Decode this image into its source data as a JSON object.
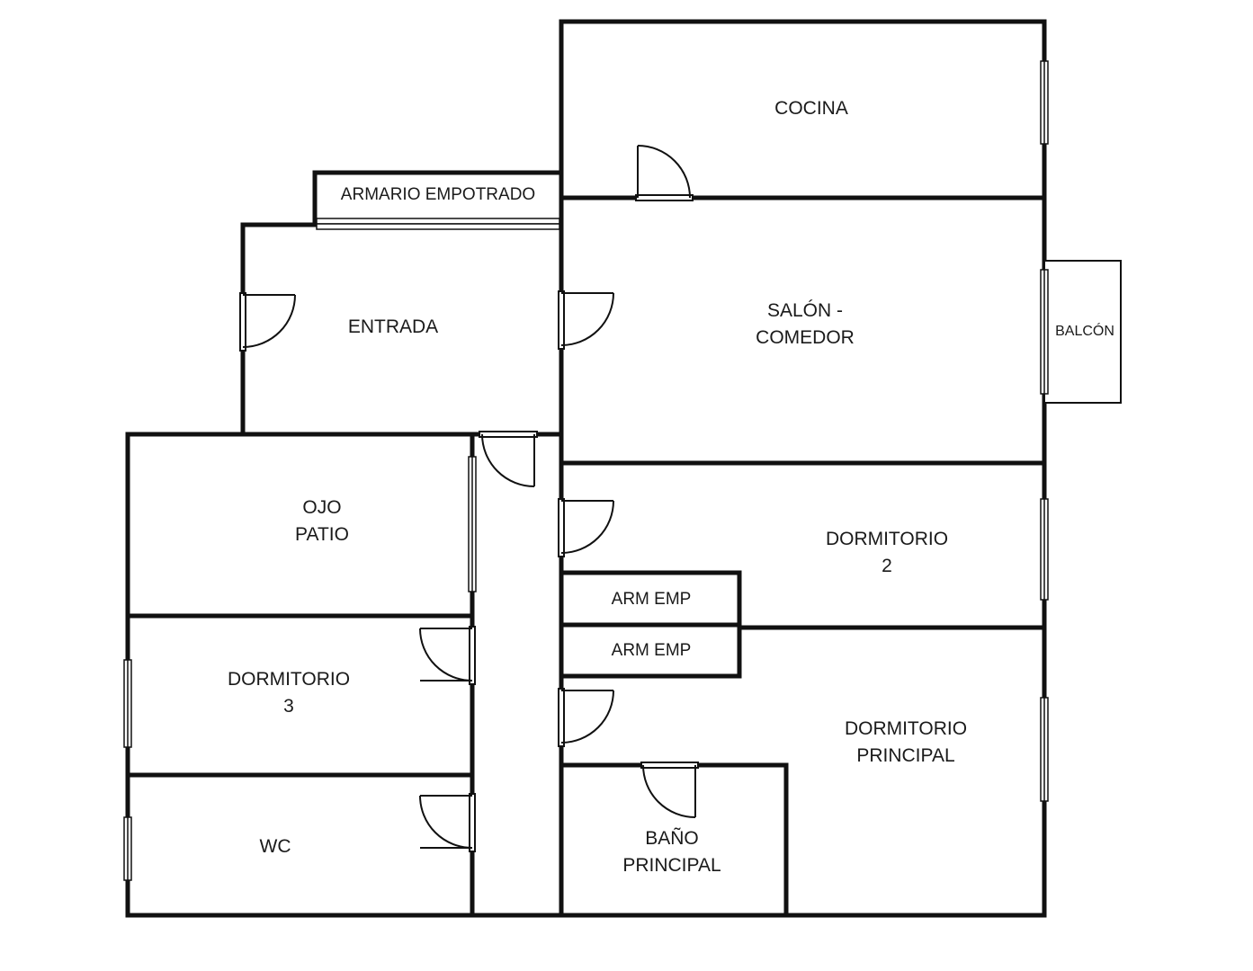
{
  "floor_plan": {
    "rooms": {
      "cocina": {
        "lines": [
          "COCINA"
        ]
      },
      "armario_empotrado": {
        "lines": [
          "ARMARIO EMPOTRADO"
        ]
      },
      "entrada": {
        "lines": [
          "ENTRADA"
        ]
      },
      "salon_comedor": {
        "lines": [
          "SALÓN -",
          "COMEDOR"
        ]
      },
      "balcon": {
        "lines": [
          "BALCÓN"
        ]
      },
      "ojo_patio": {
        "lines": [
          "OJO",
          "PATIO"
        ]
      },
      "dormitorio_2": {
        "lines": [
          "DORMITORIO",
          "2"
        ]
      },
      "arm_emp_1": {
        "lines": [
          "ARM EMP"
        ]
      },
      "arm_emp_2": {
        "lines": [
          "ARM EMP"
        ]
      },
      "dormitorio_3": {
        "lines": [
          "DORMITORIO",
          "3"
        ]
      },
      "dormitorio_principal": {
        "lines": [
          "DORMITORIO",
          "PRINCIPAL"
        ]
      },
      "wc": {
        "lines": [
          "WC"
        ]
      },
      "bano_principal": {
        "lines": [
          "BAÑO",
          "PRINCIPAL"
        ]
      }
    },
    "colors": {
      "wall": "#111111",
      "background": "#ffffff",
      "text": "#1a1a1a"
    }
  }
}
